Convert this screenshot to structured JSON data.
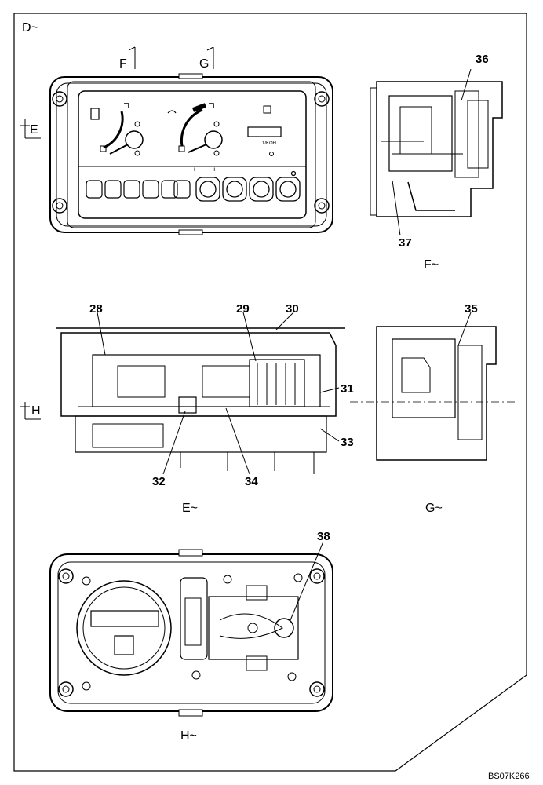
{
  "sheet": {
    "view_d": "D~",
    "code": "BS07K266"
  },
  "front_view": {
    "arrow_f": "F",
    "arrow_g": "G",
    "arrow_e": "E",
    "speed_unit": "1/KOH",
    "roman_1": "I",
    "roman_2": "II"
  },
  "view_f": {
    "label": "F~",
    "callout_36": "36",
    "callout_37": "37"
  },
  "view_e": {
    "label": "E~",
    "arrow_h": "H",
    "callout_28": "28",
    "callout_29": "29",
    "callout_30": "30",
    "callout_31": "31",
    "callout_32": "32",
    "callout_33": "33",
    "callout_34": "34"
  },
  "view_g": {
    "label": "G~",
    "callout_35": "35"
  },
  "view_h": {
    "label": "H~",
    "callout_38": "38"
  }
}
